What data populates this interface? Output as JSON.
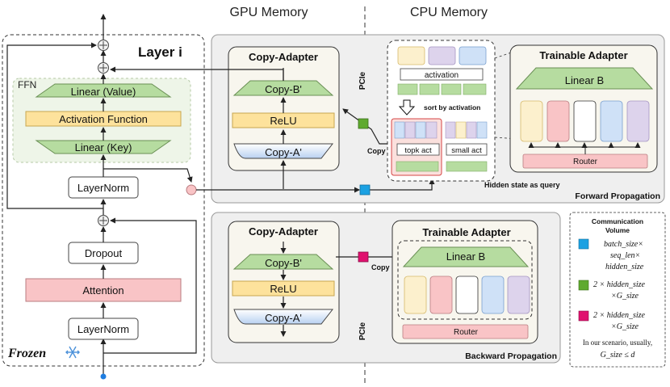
{
  "headers": {
    "gpu_memory": "GPU Memory",
    "cpu_memory": "CPU Memory"
  },
  "layer": {
    "title": "Layer i",
    "ffn_label": "FFN",
    "linear_value": "Linear (Value)",
    "activation_function": "Activation Function",
    "linear_key": "Linear (Key)",
    "layernorm_top": "LayerNorm",
    "dropout": "Dropout",
    "attention": "Attention",
    "layernorm_bottom": "LayerNorm",
    "frozen_label": "Frozen"
  },
  "forward": {
    "copy_adapter_title": "Copy-Adapter",
    "copy_b": "Copy-B'",
    "relu": "ReLU",
    "copy_a": "Copy-A'",
    "pcie": "PCIe",
    "copy_label": "Copy",
    "activation_box": "activation",
    "sort_label": "sort by activation",
    "topk_act": "topk act",
    "small_act": "small act",
    "trainable_adapter_title": "Trainable Adapter",
    "linear_b": "Linear B",
    "router": "Router",
    "hidden_state_label": "Hidden state as query",
    "section_label": "Forward Propagation"
  },
  "backward": {
    "copy_adapter_title": "Copy-Adapter",
    "copy_b": "Copy-B'",
    "relu": "ReLU",
    "copy_a": "Copy-A'",
    "pcie": "PCIe",
    "copy_label": "Copy",
    "trainable_adapter_title": "Trainable Adapter",
    "linear_b": "Linear B",
    "router": "Router",
    "section_label": "Backward Propagation"
  },
  "legend": {
    "title_line1": "Communication",
    "title_line2": "Volume",
    "blue_line1": "batch_size×",
    "blue_line2": "seq_len×",
    "blue_line3": "hidden_size",
    "green_line1": "2 × hidden_size",
    "green_line2": "×G_size",
    "pink_line1": "2 × hidden_size",
    "pink_line2": "×G_size",
    "note_line1": "In our scenario, usually,",
    "note_line2": "G_size ≤ d"
  },
  "colors": {
    "green": "#b6dca0",
    "yellow": "#fde29c",
    "pink": "#f9c4c6",
    "blue_grad": "#c9dcf4",
    "purple": "#ddd3ec",
    "light_blue": "#cfe1f7",
    "cream": "#fcf0cd",
    "legend_blue": "#1ba1e2",
    "legend_green": "#5faa2f",
    "legend_pink": "#e0126f",
    "panel_gray": "#efefef",
    "panel_inner": "#f8f6ee"
  }
}
